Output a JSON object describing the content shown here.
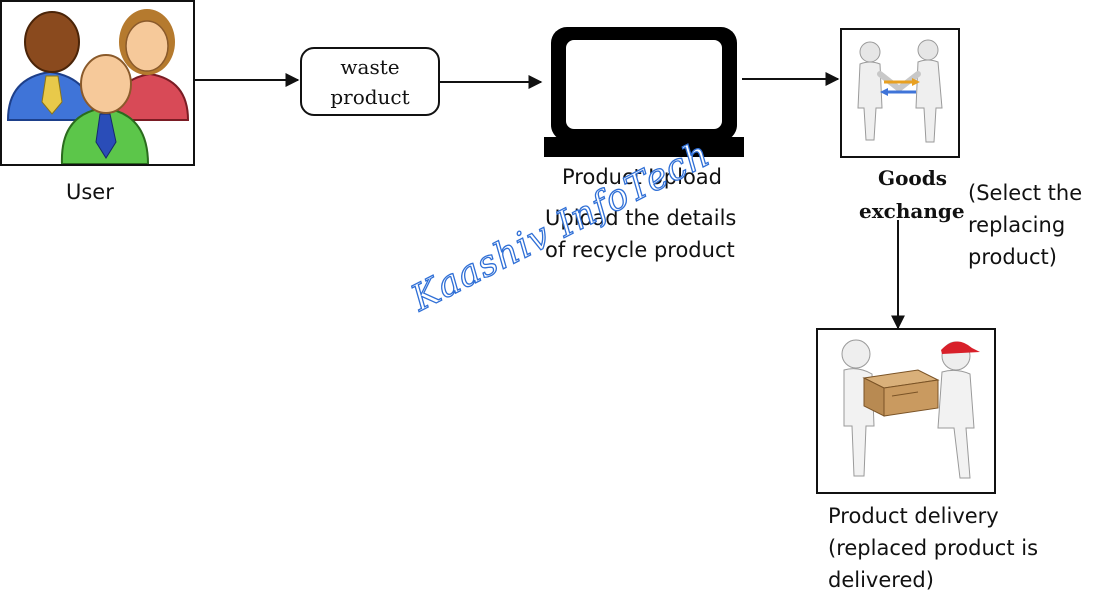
{
  "nodes": {
    "user": {
      "label": "User"
    },
    "waste": {
      "line1": "waste",
      "line2": "product"
    },
    "upload": {
      "label": "Product Upload",
      "desc_line1": "Upload the details",
      "desc_line2": "of recycle product"
    },
    "exchange": {
      "label_line1": "Goods",
      "label_line2": "exchange",
      "note_line1": "(Select the",
      "note_line2": "replacing",
      "note_line3": "product)"
    },
    "delivery": {
      "label_line1": "Product delivery",
      "label_line2": "(replaced product is",
      "label_line3": "delivered)"
    }
  },
  "watermark": "Kaashiv InfoTech",
  "icons": [
    "users-group-icon",
    "laptop-icon",
    "handshake-exchange-icon",
    "delivery-box-icon"
  ],
  "colors": {
    "stroke": "#111111",
    "watermark": "#2f6fd6"
  }
}
